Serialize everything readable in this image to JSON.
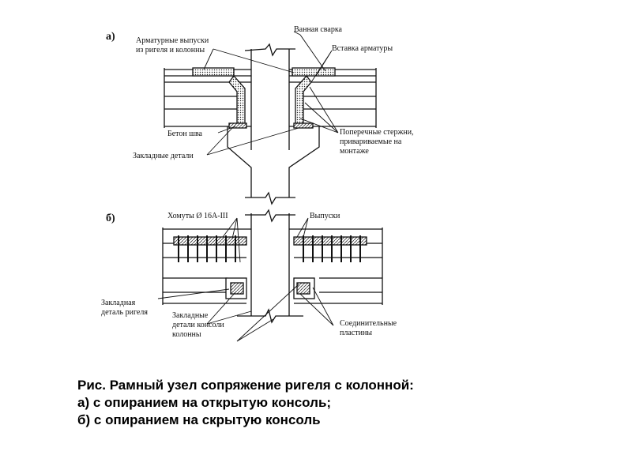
{
  "figure": {
    "part_a": {
      "letter": "а)",
      "labels": {
        "rebar_outlets_1": "Арматурные выпуски",
        "rebar_outlets_2": "из ригеля и колонны",
        "bath_welding": "Ванная сварка",
        "rebar_insert": "Вставка арматуры",
        "joint_concrete": "Бетон шва",
        "embedded_parts": "Закладные детали",
        "cross_bars_1": "Поперечные стержни,",
        "cross_bars_2": "привариваемые на",
        "cross_bars_3": "монтаже"
      }
    },
    "part_b": {
      "letter": "б)",
      "labels": {
        "stirrups": "Хомуты Ø 16А-III",
        "outlets": "Выпуски",
        "beam_embedded_1": "Закладная",
        "beam_embedded_2": "деталь ригеля",
        "console_embedded_1": "Закладные",
        "console_embedded_2": "детали консоли",
        "console_embedded_3": "колонны",
        "connecting_plates_1": "Соединительные",
        "connecting_plates_2": "пластины"
      }
    }
  },
  "caption": {
    "line1": "Рис. Рамный узел сопряжение ригеля с колонной:",
    "line2": "а) с опиранием на открытую консоль;",
    "line3": "б) с опиранием на скрытую консоль"
  }
}
